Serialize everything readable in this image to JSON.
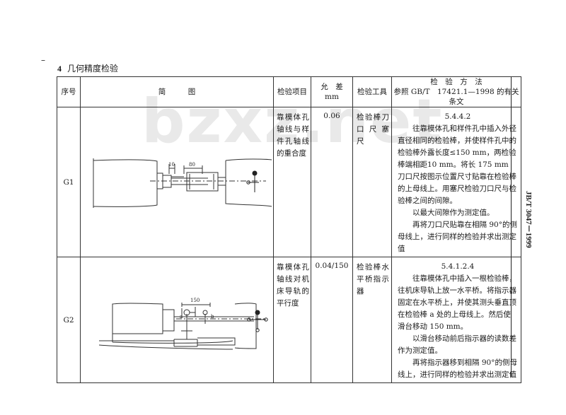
{
  "page": {
    "dash": "–",
    "section_number": "4",
    "section_title": "几何精度检验",
    "side_code": "JB/T 3047－1999",
    "watermark": "bzxz.net"
  },
  "headers": {
    "seq": "序号",
    "figure": "简　　　图",
    "item": "检验项目",
    "tolerance_line1": "允　差",
    "tolerance_line2": "mm",
    "tool": "检验工具",
    "method_line1": "检　验　方　法",
    "method_line2": "参照 GB/T　17421.1—1998 的有关条文"
  },
  "rows": [
    {
      "seq": "G1",
      "item": "靠模体孔轴线与样件孔轴线的重合度",
      "tolerance": "0.06",
      "tool": "检验棒刀口尺塞　尺",
      "method": {
        "ref": "5.4.4.2",
        "p1": "往靠模体孔和样件孔中插入外径直径相同的检验棒，并使样件孔中的检验棒外露长度≤150 mm，两检验棒端相距10 mm。将长 175 mm 刀口尺按图示位置尺寸贴靠在检验棒的上母线上。用塞尺检验刀口尺与检验棒之间的间隙。",
        "p2": "以最大间隙作为测定值。",
        "p3": "再将刀口尺贴靠在相隔 90°的侧母线上，进行同样的检验并求出测定值"
      },
      "figure_labels": {
        "dim_left": "10",
        "dim_right": "80"
      }
    },
    {
      "seq": "G2",
      "item": "靠模体孔轴线对机床导轨的平行度",
      "tolerance": "0.04/150",
      "tool": "检验棒水平桥指示器",
      "method": {
        "ref": "5.4.1.2.4",
        "p1": "往靠模体孔中插入一根检验棒，往机床导轨上放一水平桥。将指示器固定在水平桥上，并使其测头垂直顶在检验棒 a 处的上母线上。然后使滑台移动 150 mm。",
        "p2": "以滑台移动前后指示器的读数差作为测定值。",
        "p3": "再将指示器移到相隔 90°的侧母线上，进行同样的检验并求出测定值"
      },
      "figure_labels": {
        "dim": "150",
        "point_a": "a",
        "point_b": "b"
      }
    }
  ]
}
